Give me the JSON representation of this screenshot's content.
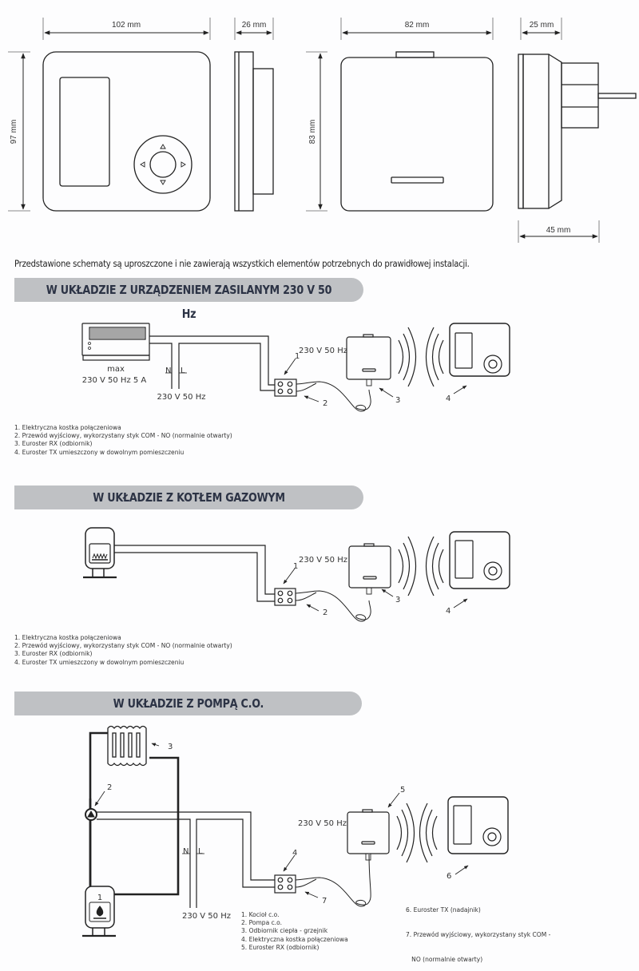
{
  "dimensions": {
    "tx_width": "102 mm",
    "tx_depth": "26 mm",
    "tx_height": "97 mm",
    "rx_width": "82 mm",
    "rx_depth": "25 mm",
    "rx_height": "83 mm",
    "rx_total_depth": "45 mm"
  },
  "intro_note": "Przedstawione schematy są uproszczone i nie zawierają wszystkich elementów potrzebnych do prawidłowej instalacji.",
  "sections": [
    {
      "title": "W UKŁADZIE Z URZĄDZENIEM ZASILANYM 230 V 50 Hz",
      "device_rating_line1": "max",
      "device_rating_line2": "230 V 50 Hz 5 A",
      "n_label": "N",
      "l_label": "L",
      "mains_label": "230 V 50 Hz",
      "rx_supply_label": "230 V 50 Hz",
      "callouts": [
        "1",
        "2",
        "3",
        "4"
      ],
      "legend": [
        "1. Elektryczna kostka połączeniowa",
        "2. Przewód wyjściowy, wykorzystany styk COM - NO (normalnie otwarty)",
        "3. Euroster RX (odbiornik)",
        "4. Euroster TX umieszczony w dowolnym pomieszczeniu"
      ]
    },
    {
      "title": "W UKŁADZIE Z KOTŁEM GAZOWYM",
      "rx_supply_label": "230 V 50 Hz",
      "callouts": [
        "1",
        "2",
        "3",
        "4"
      ],
      "legend": [
        "1. Elektryczna kostka połączeniowa",
        "2. Przewód wyjściowy, wykorzystany styk COM - NO (normalnie otwarty)",
        "3. Euroster RX (odbiornik)",
        "4. Euroster TX umieszczony w dowolnym pomieszczeniu"
      ]
    },
    {
      "title": "W UKŁADZIE Z POMPĄ C.O.",
      "n_label": "N",
      "l_label": "L",
      "mains_label": "230 V 50 Hz",
      "rx_supply_label": "230 V 50 Hz",
      "callouts": [
        "1",
        "2",
        "3",
        "4",
        "5",
        "6",
        "7"
      ],
      "legend_left": [
        "1. Kocioł c.o.",
        "2. Pompa c.o.",
        "3. Odbiornik ciepła - grzejnik",
        "4. Elektryczna kostka połączeniowa",
        "5. Euroster RX (odbiornik)"
      ],
      "legend_right": [
        "6. Euroster TX (nadajnik)",
        "7. Przewód wyjściowy, wykorzystany styk COM -",
        "   NO (normalnie otwarty)"
      ]
    }
  ]
}
